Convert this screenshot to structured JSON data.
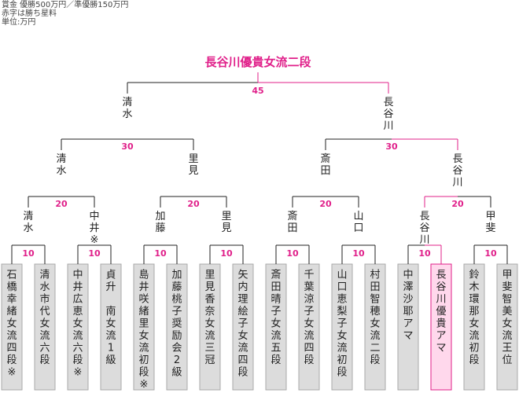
{
  "notes": [
    "賞金 優勝500万円／準優勝150万円",
    "赤字は勝ち星料",
    "単位:万円"
  ],
  "champion": "長谷川優貴女流二段",
  "colors": {
    "win": "#e0208a",
    "line": "#222222",
    "box_fill": "#dcdcdc",
    "win_box_fill": "#ffd8ec",
    "win_box_stroke": "#e0208a"
  },
  "final": {
    "amount": "45",
    "left": "清水",
    "right": "長谷川",
    "winner": "right"
  },
  "semifinals": [
    {
      "amount": "30",
      "left": "清水",
      "right": "里見",
      "winner": "left"
    },
    {
      "amount": "30",
      "left": "斎田",
      "right": "長谷川",
      "winner": "right"
    }
  ],
  "quarterfinals": [
    {
      "amount": "20",
      "left": "清水",
      "right": "中井※",
      "winner": "left"
    },
    {
      "amount": "20",
      "left": "加藤",
      "right": "里見",
      "winner": "right"
    },
    {
      "amount": "20",
      "left": "斎田",
      "right": "山口",
      "winner": "left"
    },
    {
      "amount": "20",
      "left": "長谷川",
      "right": "甲斐",
      "winner": "left"
    }
  ],
  "first_round": [
    {
      "amount": "10",
      "left": "石橋幸緒女流四段※",
      "right": "清水市代女流六段",
      "winner": "right"
    },
    {
      "amount": "10",
      "left": "中井広恵女流六段※",
      "right": "貞升 南女流1級",
      "winner": "left"
    },
    {
      "amount": "10",
      "left": "島井咲緒里女流初段※",
      "right": "加藤桃子奨励会2級",
      "winner": "right"
    },
    {
      "amount": "10",
      "left": "里見香奈女流三冠",
      "right": "矢内理絵子女流四段",
      "winner": "left"
    },
    {
      "amount": "10",
      "left": "斎田晴子女流五段",
      "right": "千葉涼子女流四段",
      "winner": "left"
    },
    {
      "amount": "10",
      "left": "山口恵梨子女流初段",
      "right": "村田智穂女流二段",
      "winner": "left"
    },
    {
      "amount": "10",
      "left": "中澤沙耶アマ",
      "right": "長谷川優貴アマ",
      "winner": "right"
    },
    {
      "amount": "10",
      "left": "鈴木環那女流初段",
      "right": "甲斐智美女流王位",
      "winner": "right"
    }
  ]
}
